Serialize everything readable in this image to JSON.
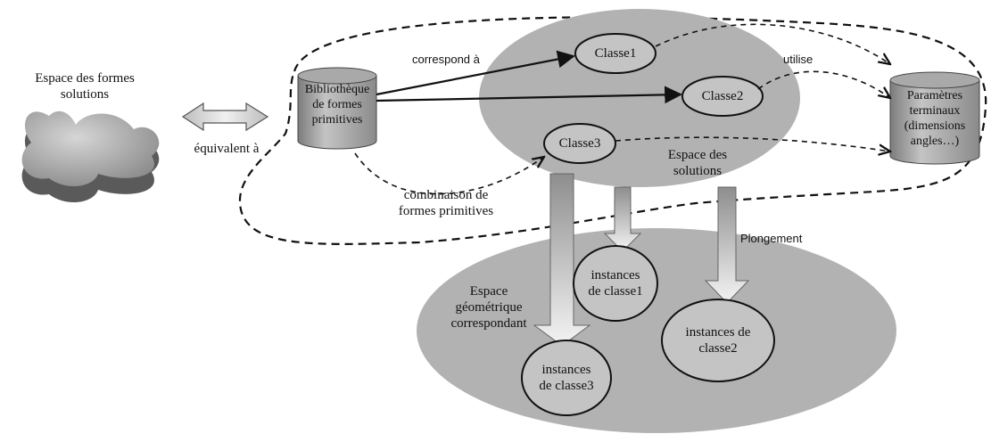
{
  "labels": {
    "espace_formes_line1": "Espace des formes",
    "espace_formes_line2": "solutions",
    "equivalent": "équivalent à",
    "biblio_line1": "Bibliothèque",
    "biblio_line2": "de formes",
    "biblio_line3": "primitives",
    "correspond": "correspond à",
    "classe1": "Classe1",
    "classe2": "Classe2",
    "classe3": "Classe3",
    "utilise": "utilise",
    "params_line1": "Paramètres",
    "params_line2": "terminaux",
    "params_line3": "(dimensions",
    "params_line4": "angles…)",
    "espace_sol_line1": "Espace des",
    "espace_sol_line2": "solutions",
    "combinaison_line1": "combinaison de",
    "combinaison_line2": "formes primitives",
    "plongement": "Plongement",
    "espace_geo_line1": "Espace",
    "espace_geo_line2": "géométrique",
    "espace_geo_line3": "correspondant",
    "inst1_line1": "instances",
    "inst1_line2": "de classe1",
    "inst2_line1": "instances de",
    "inst2_line2": "classe2",
    "inst3_line1": "instances",
    "inst3_line2": "de classe3"
  },
  "colors": {
    "ellipse_gray": "#b2b2b2",
    "inner_ellipse": "#c4c4c4",
    "cylinder": "#9a9a9a",
    "shape3d": "#9c9c9c",
    "line": "#111111"
  }
}
